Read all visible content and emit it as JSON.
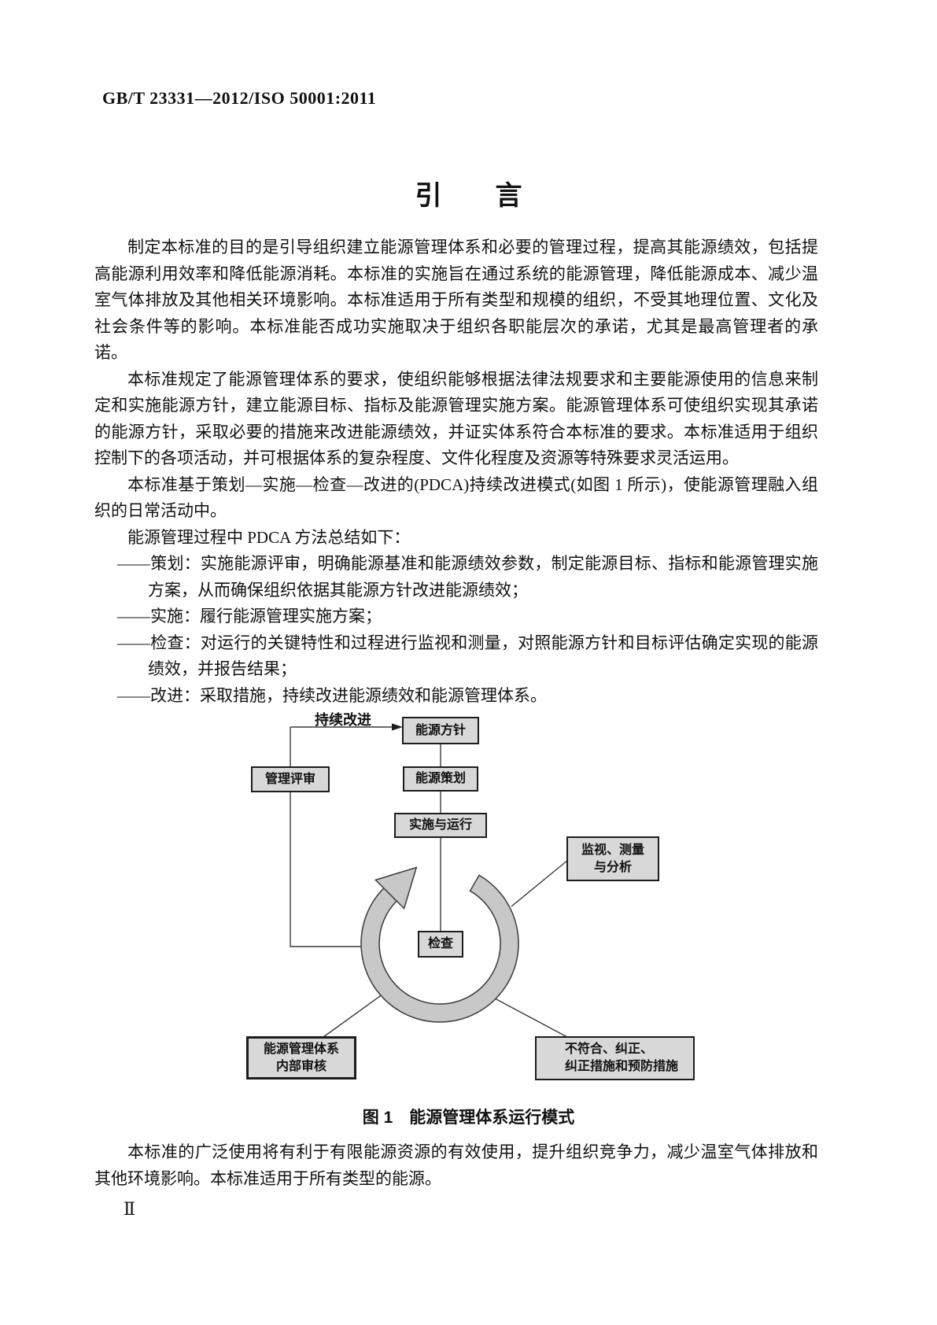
{
  "page": {
    "header": "GB/T 23331—2012/ISO 50001:2011",
    "title": "引　　言",
    "page_number": "Ⅱ"
  },
  "intro": {
    "p1": "制定本标准的目的是引导组织建立能源管理体系和必要的管理过程，提高其能源绩效，包括提高能源利用效率和降低能源消耗。本标准的实施旨在通过系统的能源管理，降低能源成本、减少温室气体排放及其他相关环境影响。本标准适用于所有类型和规模的组织，不受其地理位置、文化及社会条件等的影响。本标准能否成功实施取决于组织各职能层次的承诺，尤其是最高管理者的承诺。",
    "p2": "本标准规定了能源管理体系的要求，使组织能够根据法律法规要求和主要能源使用的信息来制定和实施能源方针，建立能源目标、指标及能源管理实施方案。能源管理体系可使组织实现其承诺的能源方针，采取必要的措施来改进能源绩效，并证实体系符合本标准的要求。本标准适用于组织控制下的各项活动，并可根据体系的复杂程度、文件化程度及资源等特殊要求灵活运用。",
    "p3": "本标准基于策划—实施—检查—改进的(PDCA)持续改进模式(如图 1 所示)，使能源管理融入组织的日常活动中。",
    "p4": "能源管理过程中 PDCA 方法总结如下：",
    "bullets": [
      "——策划：实施能源评审，明确能源基准和能源绩效参数，制定能源目标、指标和能源管理实施方案，从而确保组织依据其能源方针改进能源绩效；",
      "——实施：履行能源管理实施方案；",
      "——检查：对运行的关键特性和过程进行监视和测量，对照能源方针和目标评估确定实现的能源绩效，并报告结果；",
      "——改进：采取措施，持续改进能源绩效和能源管理体系。"
    ],
    "closing": "本标准的广泛使用将有利于有限能源资源的有效使用，提升组织竞争力，减少温室气体排放和其他环境影响。本标准适用于所有类型的能源。"
  },
  "figure": {
    "caption": "图 1　能源管理体系运行模式",
    "loop_label": "持续改进",
    "nodes": {
      "policy": "能源方针",
      "review": "管理评审",
      "planning": "能源策划",
      "implementation": "实施与运行",
      "checking": "检查",
      "monitoring": "监视、测量\n与分析",
      "audit": "能源管理体系\n内部审核",
      "nonconformity": "不符合、纠正、\n纠正措施和预防措施"
    },
    "colors": {
      "box_fill": "#d8d8d8",
      "box_border": "#1c1c1c",
      "cycle_fill": "#c8c8c8",
      "line": "#3a3a3a"
    }
  }
}
